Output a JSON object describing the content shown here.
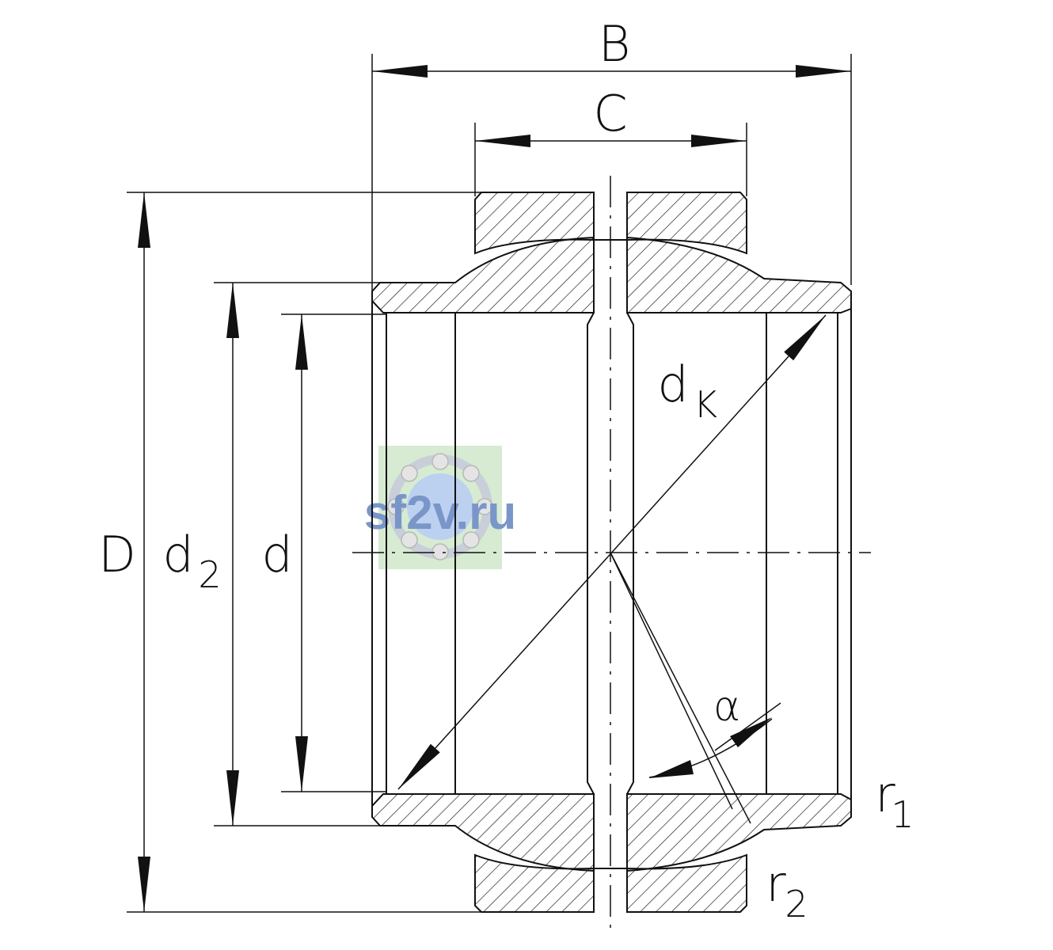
{
  "labels": {
    "B": "B",
    "C": "C",
    "D": "D",
    "d2_main": "d",
    "d2_sub": "2",
    "d": "d",
    "dk_main": "d",
    "dk_sub": "K",
    "alpha": "α",
    "r1_main": "r",
    "r1_sub": "1",
    "r2_main": "r",
    "r2_sub": "2"
  },
  "watermark": {
    "text": "sf2v.ru",
    "color": "#7a96c8",
    "bg_color": "#d6ebd2"
  },
  "colors": {
    "line": "#111111"
  }
}
